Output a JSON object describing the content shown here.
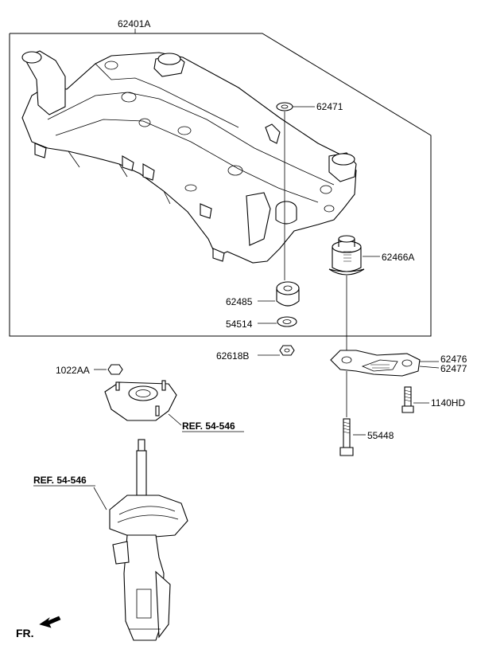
{
  "labels": {
    "subframe": "62401A",
    "washer_top": "62471",
    "bushing_rear": "62466A",
    "bushing_front": "62485",
    "washer": "54514",
    "nut": "62618B",
    "bracket_lh": "62476",
    "bracket_rh": "62477",
    "bolt_short": "1140HD",
    "bolt_long": "55448",
    "nut_mount": "1022AA",
    "ref_mount": "REF. 54-546",
    "ref_strut": "REF. 54-546",
    "front_marker": "FR."
  }
}
